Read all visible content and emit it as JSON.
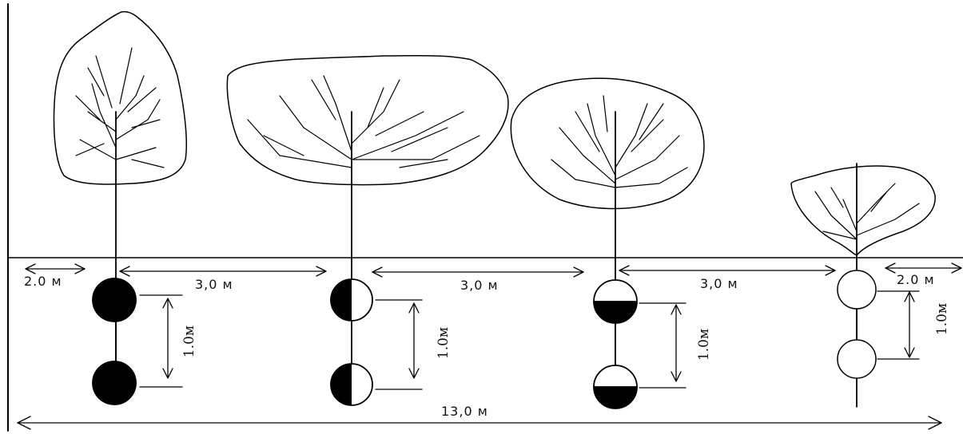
{
  "diagram": {
    "labels": {
      "left_margin": "2.0 м",
      "spacing_1": "3,0 м",
      "spacing_2": "3,0 м",
      "spacing_3": "3,0 м",
      "right_margin": "2.0 м",
      "total_length": "13,0 м",
      "row_spacing_1": "1.0м",
      "row_spacing_2": "1.0м",
      "row_spacing_3": "1.0м",
      "row_spacing_4": "1.0м"
    },
    "colors": {
      "line": "#000000",
      "background": "#ffffff"
    },
    "plants": [
      {
        "fill": "full"
      },
      {
        "fill": "left-half"
      },
      {
        "fill": "bottom-half"
      },
      {
        "fill": "empty"
      }
    ]
  }
}
